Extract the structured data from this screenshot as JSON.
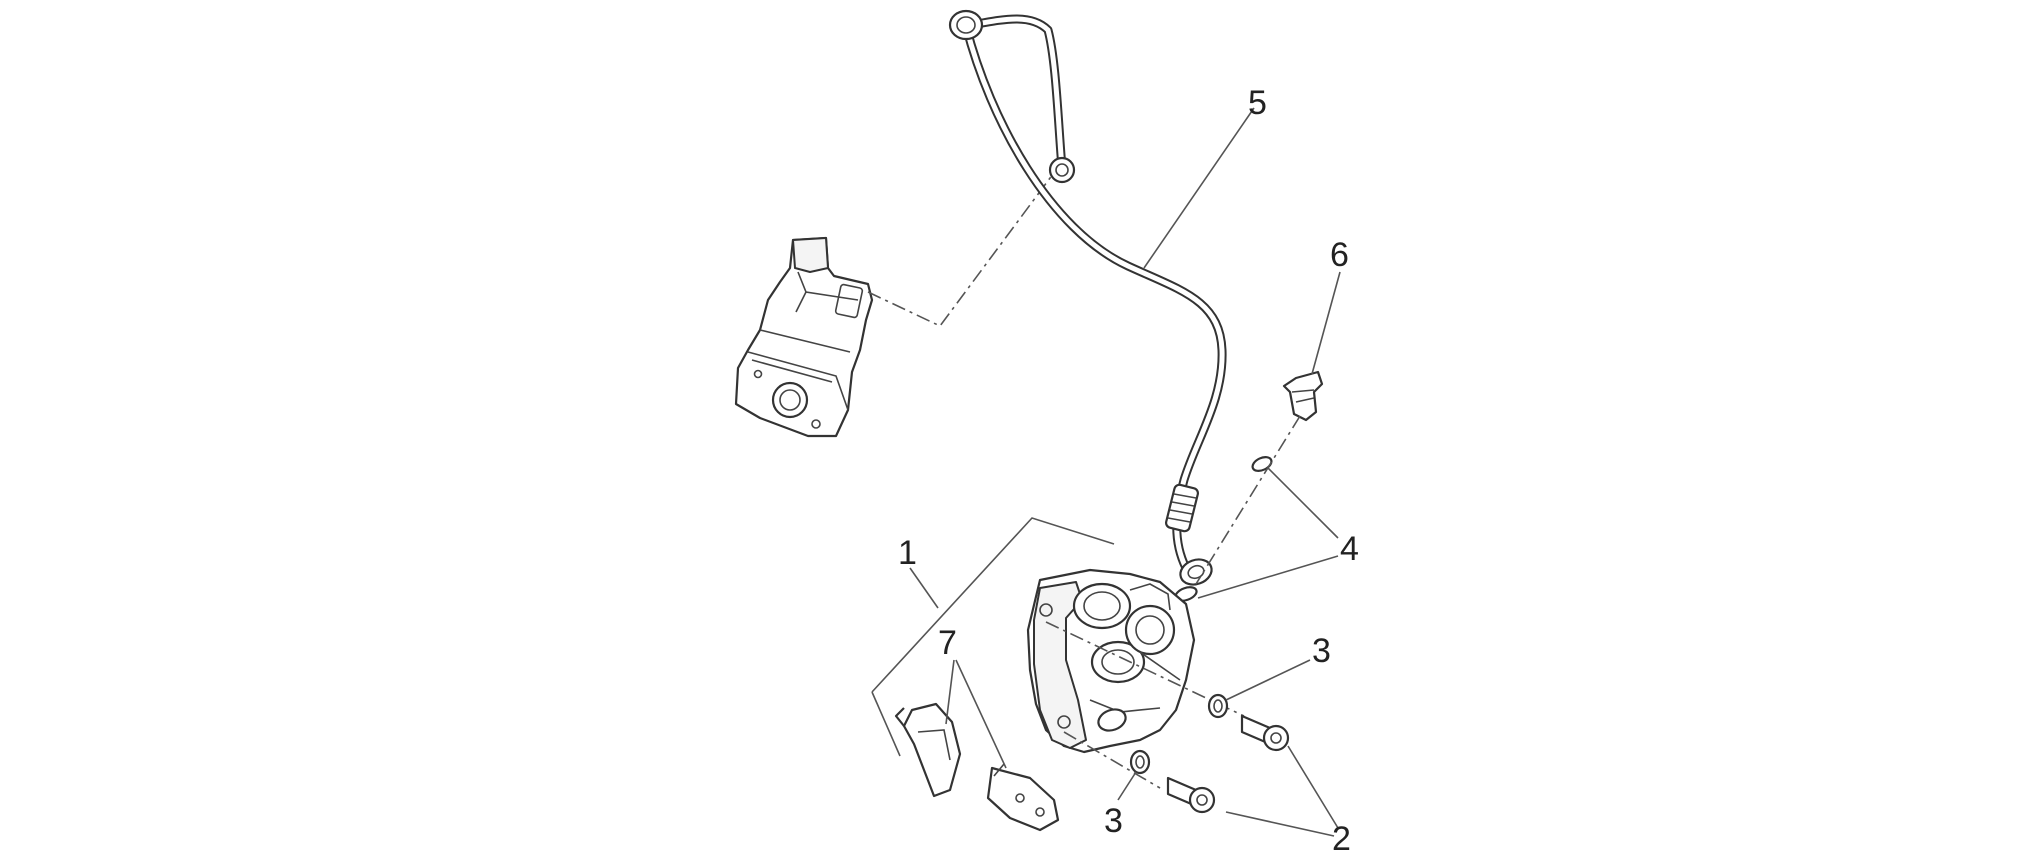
{
  "diagram": {
    "callouts": [
      {
        "id": "1",
        "label": "1"
      },
      {
        "id": "2",
        "label": "2"
      },
      {
        "id": "3a",
        "label": "3"
      },
      {
        "id": "3b",
        "label": "3"
      },
      {
        "id": "4",
        "label": "4"
      },
      {
        "id": "5",
        "label": "5"
      },
      {
        "id": "6",
        "label": "6"
      },
      {
        "id": "7",
        "label": "7"
      }
    ]
  }
}
